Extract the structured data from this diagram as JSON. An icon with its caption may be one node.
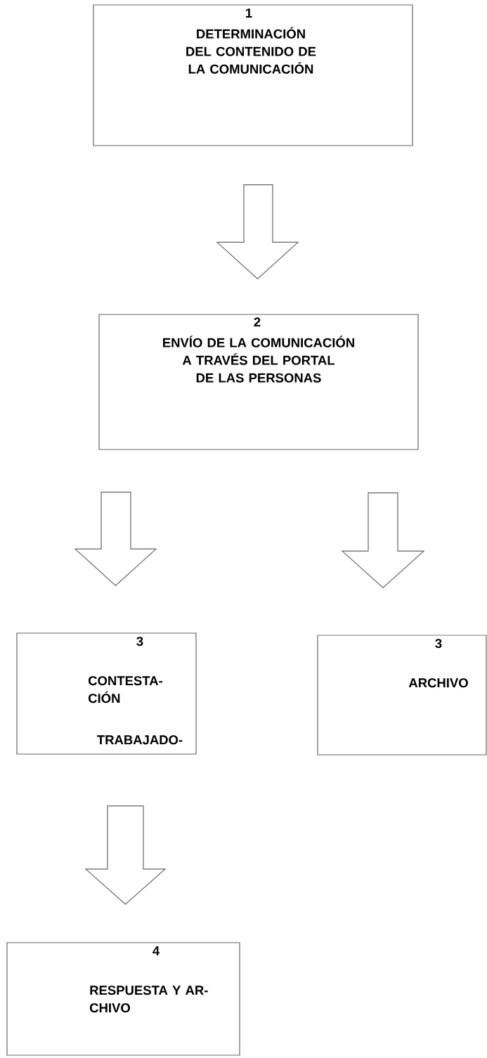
{
  "diagram": {
    "nodes": [
      {
        "text": [
          "1",
          "DETERMINACIÓN DEL CONTENIDO DE LA COMUNICACIÓN"
        ]
      },
      {
        "text": [
          "2",
          "ENVÍO DE LA COMUNICACIÓN A TRAVÉS DEL PORTAL DE LAS PERSONAS"
        ]
      },
      {
        "text": [
          "3",
          "CONTESTA- CIÓN",
          "TRABAJADO-"
        ]
      },
      {
        "text": [
          "3",
          "ARCHIVO"
        ]
      },
      {
        "text": [
          "4",
          "RESPUESTA Y AR- CHIVO"
        ]
      }
    ],
    "edges": [
      {
        "from": 0,
        "to": 1,
        "arrow": "to"
      },
      {
        "from": 1,
        "to": 2,
        "arrow": "to"
      },
      {
        "from": 1,
        "to": 3,
        "arrow": "to"
      },
      {
        "from": 2,
        "to": 4,
        "arrow": "to"
      }
    ]
  }
}
